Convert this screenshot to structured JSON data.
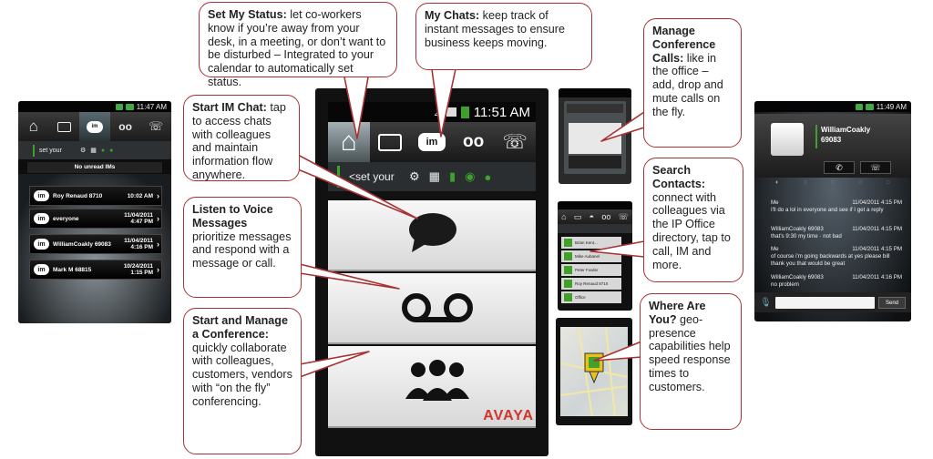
{
  "callouts": {
    "status": {
      "title": "Set My Status:",
      "body": " let co-workers know if you’re away from your desk, in a meeting, or don’t want to be disturbed – Integrated to your calendar to automatically set status."
    },
    "chats": {
      "title": "My Chats:",
      "body": " keep track of instant messages to ensure business keeps moving."
    },
    "conference_calls": {
      "title": "Manage Conference Calls:",
      "body": " like in the office – add, drop and mute calls on the fly."
    },
    "im_chat": {
      "title": "Start IM Chat:",
      "body": " tap to access chats with colleagues and maintain information flow anywhere."
    },
    "voice": {
      "title": "Listen to Voice Messages",
      "body": " prioritize messages and respond with a message or call."
    },
    "search": {
      "title": "Search Contacts:",
      "body": " connect with colleagues via the IP Office directory, tap to call, IM and more."
    },
    "conference": {
      "title": "Start and Manage a Conference:",
      "body": " quickly collaborate with colleagues, customers, vendors with “on the fly” conferencing."
    },
    "where": {
      "title": "Where Are You?",
      "body": " geo-presence capabilities help speed response times to customers."
    }
  },
  "left_phone": {
    "time": "11:47 AM",
    "status_text": "set your",
    "no_unread": "No unread IMs",
    "chats": [
      {
        "name": "Roy Renaud 8710",
        "date": "10:02 AM",
        "time": ""
      },
      {
        "name": "everyone",
        "date": "11/04/2011",
        "time": "4:47 PM"
      },
      {
        "name": "WilliamCoakly 69083",
        "date": "11/04/2011",
        "time": "4:16 PM"
      },
      {
        "name": "Mark M 68815",
        "date": "10/24/2011",
        "time": "1:15 PM"
      }
    ]
  },
  "center_phone": {
    "time": "11:51 AM",
    "status_text": "<set your",
    "brand": "AVAYA"
  },
  "right_phone": {
    "time": "11:49 AM",
    "contact_name": "WilliamCoakly",
    "contact_ext": "69083",
    "messages": [
      {
        "from": "Me",
        "date": "11/04/2011 4:15 PM",
        "text": "I'll do a lol in everyone and see if I get a reply"
      },
      {
        "from": "WilliamCoakly 69083",
        "date": "11/04/2011 4:15 PM",
        "text": "that's 9:30 my time · not bad"
      },
      {
        "from": "Me",
        "date": "11/04/2011 4:15 PM",
        "text": "of course i'm going backwards at yes please bill thank you that would be great"
      },
      {
        "from": "WilliamCoakly 69083",
        "date": "11/04/2011 4:16 PM",
        "text": "no problem"
      }
    ],
    "send_label": "Send"
  },
  "search_phone": {
    "contacts": [
      "Brian Kent...",
      "Mike Aubanel",
      "Peter Fowler",
      "Roy Renaud 8710",
      "Office"
    ]
  },
  "colors": {
    "callout_border": "#a83232",
    "presence_green": "#3fa02a",
    "brand_red": "#d0352b",
    "map_pin": "#e6c21a"
  }
}
